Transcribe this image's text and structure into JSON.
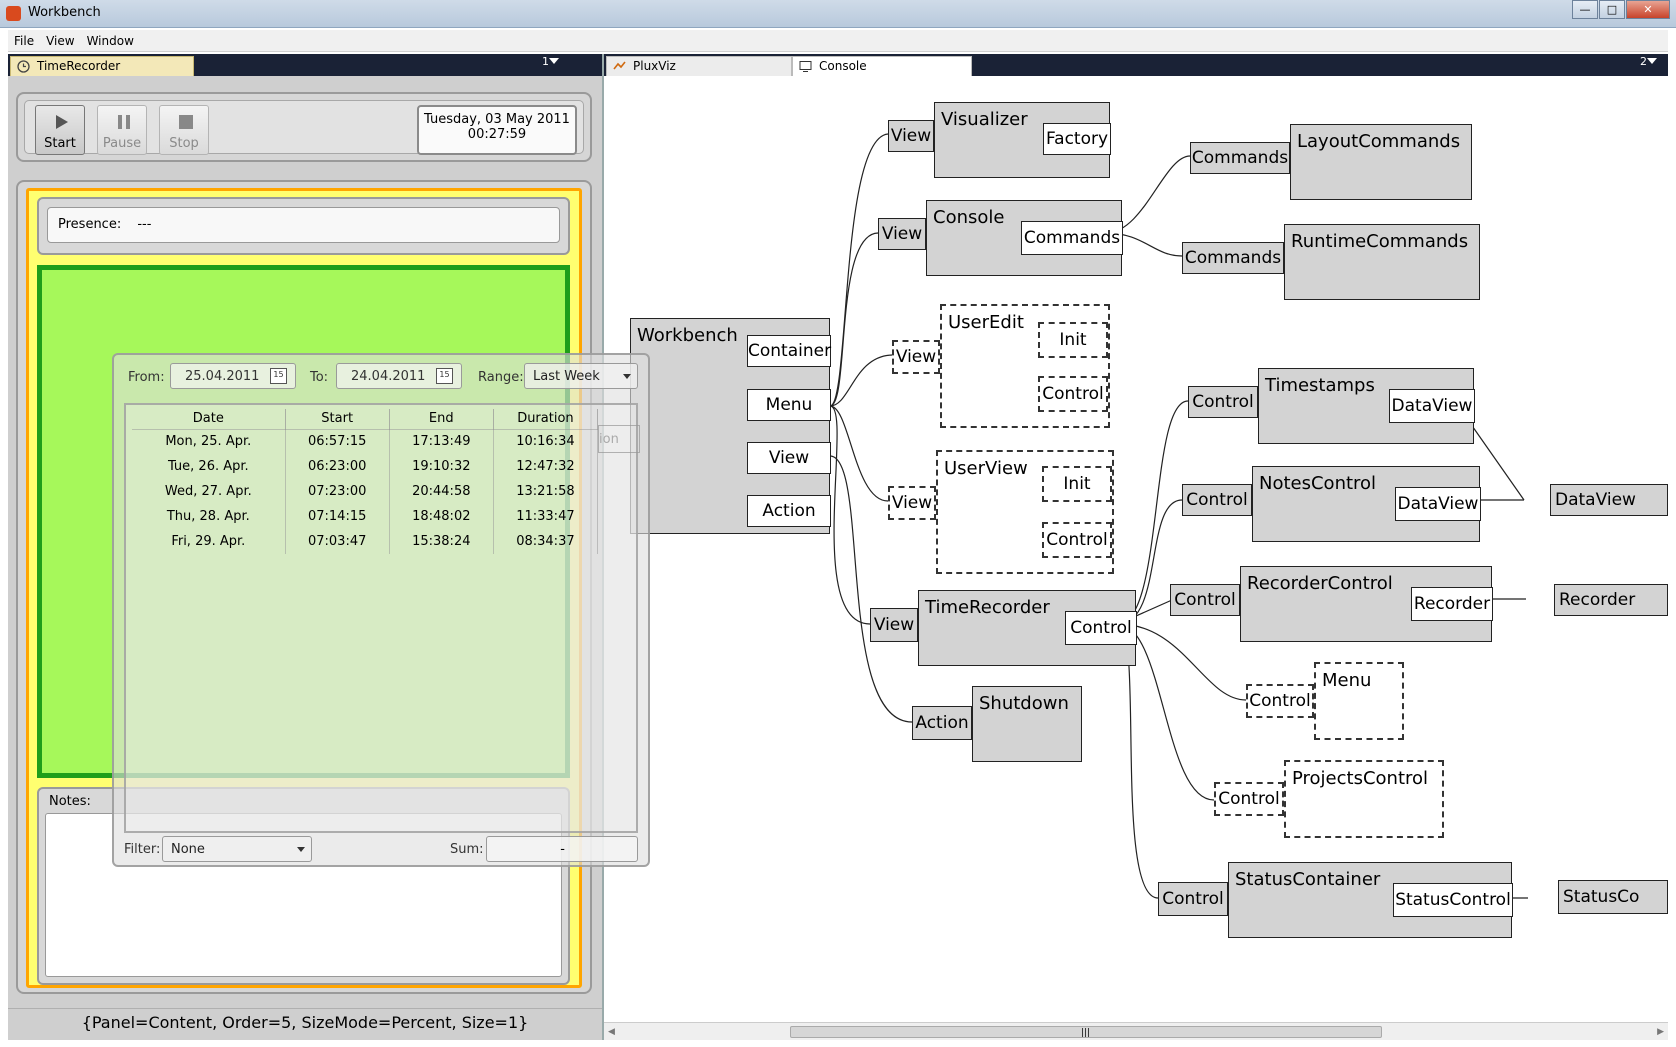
{
  "window": {
    "title": "Workbench"
  },
  "menu": [
    "File",
    "View",
    "Window"
  ],
  "left_dock": {
    "tab_label": "TimeRecorder",
    "dock_number": "1",
    "toolbar": {
      "start": "Start",
      "pause": "Pause",
      "stop": "Stop",
      "date": "Tuesday, 03 May 2011",
      "time": "00:27:59"
    },
    "presence": {
      "label": "Presence:",
      "value": "---"
    },
    "notes": {
      "label": "Notes:"
    },
    "status": "{Panel=Content, Order=5, SizeMode=Percent, Size=1}"
  },
  "right_dock": {
    "tabs": [
      "PluxViz",
      "Console"
    ],
    "dock_number": "2"
  },
  "diagram": {
    "workbench": {
      "title": "Workbench",
      "ports": [
        "Container",
        "Menu",
        "View",
        "Action"
      ]
    },
    "visualizer": {
      "title": "Visualizer",
      "in": "View",
      "port": "Factory"
    },
    "console": {
      "title": "Console",
      "in": "View",
      "port": "Commands"
    },
    "layout_commands": {
      "title": "LayoutCommands",
      "in": "Commands"
    },
    "runtime_commands": {
      "title": "RuntimeCommands",
      "in": "Commands"
    },
    "useredit": {
      "title": "UserEdit",
      "in": "View",
      "ports": [
        "Init",
        "Control"
      ]
    },
    "userview": {
      "title": "UserView",
      "in": "View",
      "ports": [
        "Init",
        "Control"
      ]
    },
    "timestamps": {
      "title": "Timestamps",
      "in": "Control",
      "port": "DataView"
    },
    "notescontrol": {
      "title": "NotesControl",
      "in": "Control",
      "port": "DataView"
    },
    "dataview_ext": "DataView",
    "recordercontrol": {
      "title": "RecorderControl",
      "in": "Control",
      "port": "Recorder"
    },
    "recorder_ext": "Recorder",
    "timerecorder": {
      "title": "TimeRecorder",
      "in": "View",
      "port": "Control"
    },
    "menu_node": {
      "title": "Menu",
      "in": "Control"
    },
    "projectscontrol": {
      "title": "ProjectsControl",
      "in": "Control"
    },
    "shutdown": {
      "title": "Shutdown",
      "in": "Action"
    },
    "statuscontainer": {
      "title": "StatusContainer",
      "in": "Control",
      "port": "StatusControl"
    },
    "statusco_ext": "StatusCo"
  },
  "popup": {
    "from_label": "From:",
    "from_value": "25.04.2011",
    "to_label": "To:",
    "to_value": "24.04.2011",
    "cal_icon": "15",
    "range_label": "Range:",
    "range_value": "Last Week",
    "columns": [
      "Date",
      "Start",
      "End",
      "Duration"
    ],
    "ghost_text": "ion",
    "rows": [
      [
        "Mon, 25. Apr.",
        "06:57:15",
        "17:13:49",
        "10:16:34"
      ],
      [
        "Tue, 26. Apr.",
        "06:23:00",
        "19:10:32",
        "12:47:32"
      ],
      [
        "Wed, 27. Apr.",
        "07:23:00",
        "20:44:58",
        "13:21:58"
      ],
      [
        "Thu, 28. Apr.",
        "07:14:15",
        "18:48:02",
        "11:33:47"
      ],
      [
        "Fri, 29. Apr.",
        "07:03:47",
        "15:38:24",
        "08:34:37"
      ]
    ],
    "filter_label": "Filter:",
    "filter_value": "None",
    "sum_label": "Sum:",
    "sum_value": "-"
  }
}
